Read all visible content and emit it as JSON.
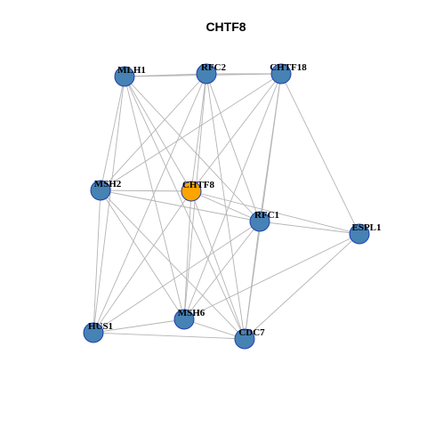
{
  "title": "CHTF8",
  "colors": {
    "node_fill": "#4682b4",
    "focus_fill": "#ffa500",
    "node_stroke": "#1f3fb0",
    "edge": "#b4b4b4"
  },
  "focus_node": "CHTF8",
  "nodes": [
    "MLH1",
    "RFC2",
    "CHTF18",
    "MSH2",
    "CHTF8",
    "RFC1",
    "ESPL1",
    "HUS1",
    "MSH6",
    "CDC7"
  ],
  "edges": [
    [
      "MLH1",
      "RFC2"
    ],
    [
      "MLH1",
      "CHTF18"
    ],
    [
      "MLH1",
      "MSH2"
    ],
    [
      "MLH1",
      "CHTF8"
    ],
    [
      "MLH1",
      "RFC1"
    ],
    [
      "MLH1",
      "HUS1"
    ],
    [
      "MLH1",
      "MSH6"
    ],
    [
      "MLH1",
      "CDC7"
    ],
    [
      "RFC2",
      "CHTF18"
    ],
    [
      "RFC2",
      "MSH2"
    ],
    [
      "RFC2",
      "CHTF8"
    ],
    [
      "RFC2",
      "RFC1"
    ],
    [
      "RFC2",
      "HUS1"
    ],
    [
      "RFC2",
      "MSH6"
    ],
    [
      "RFC2",
      "CDC7"
    ],
    [
      "CHTF18",
      "MSH2"
    ],
    [
      "CHTF18",
      "CHTF8"
    ],
    [
      "CHTF18",
      "RFC1"
    ],
    [
      "CHTF18",
      "ESPL1"
    ],
    [
      "CHTF18",
      "MSH6"
    ],
    [
      "CHTF18",
      "CDC7"
    ],
    [
      "MSH2",
      "CHTF8"
    ],
    [
      "MSH2",
      "RFC1"
    ],
    [
      "MSH2",
      "HUS1"
    ],
    [
      "MSH2",
      "MSH6"
    ],
    [
      "MSH2",
      "CDC7"
    ],
    [
      "CHTF8",
      "RFC1"
    ],
    [
      "CHTF8",
      "ESPL1"
    ],
    [
      "CHTF8",
      "HUS1"
    ],
    [
      "CHTF8",
      "MSH6"
    ],
    [
      "CHTF8",
      "CDC7"
    ],
    [
      "RFC1",
      "ESPL1"
    ],
    [
      "RFC1",
      "HUS1"
    ],
    [
      "RFC1",
      "MSH6"
    ],
    [
      "RFC1",
      "CDC7"
    ],
    [
      "ESPL1",
      "MSH6"
    ],
    [
      "ESPL1",
      "CDC7"
    ],
    [
      "HUS1",
      "MSH6"
    ],
    [
      "HUS1",
      "CDC7"
    ],
    [
      "MSH6",
      "CDC7"
    ]
  ]
}
